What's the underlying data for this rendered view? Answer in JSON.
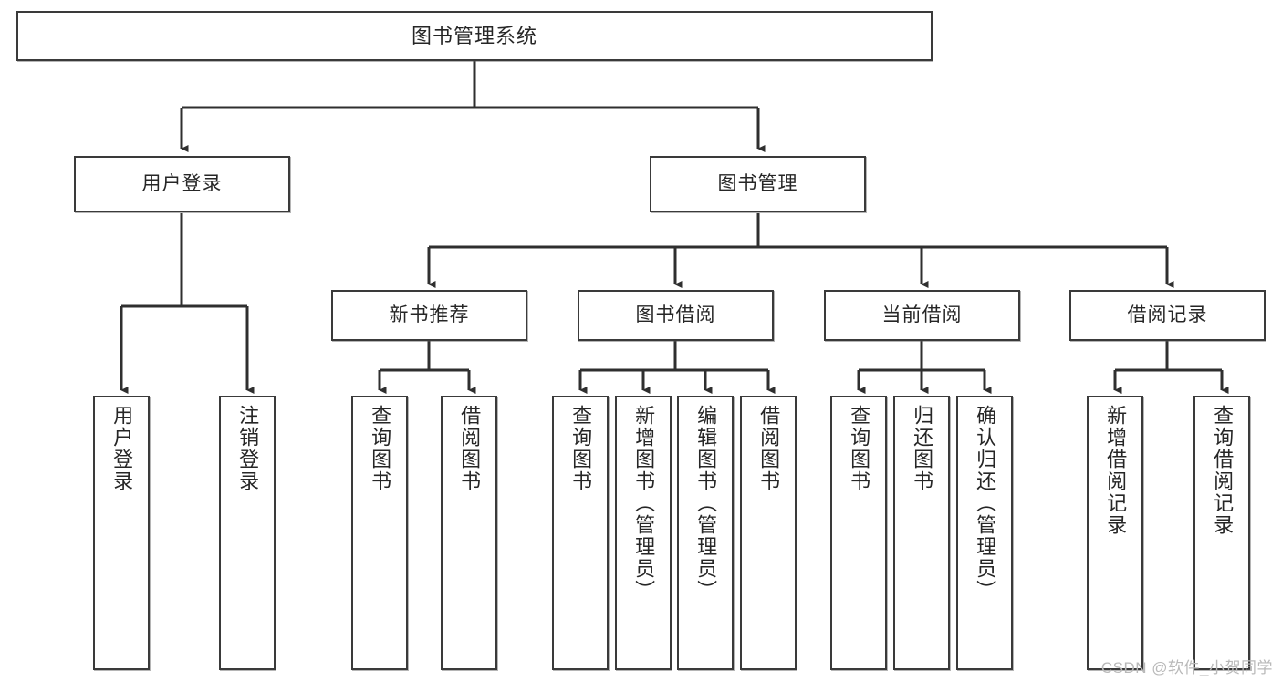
{
  "diagram": {
    "title": "图书管理系统",
    "watermark": "CSDN @软件_小贺同学",
    "colors": {
      "box_border": "#3a3a3a",
      "text": "#262626",
      "connector": "#2f2f2f",
      "background": "#ffffff",
      "watermark": "#b9b9b9"
    },
    "root": {
      "label": "图书管理系统"
    },
    "level2": [
      {
        "label": "用户登录"
      },
      {
        "label": "图书管理"
      }
    ],
    "level3": [
      {
        "label": "新书推荐"
      },
      {
        "label": "图书借阅"
      },
      {
        "label": "当前借阅"
      },
      {
        "label": "借阅记录"
      }
    ],
    "leaves": {
      "user_login": [
        {
          "label": "用户登录"
        },
        {
          "label": "注销登录"
        }
      ],
      "new_book_recommend": [
        {
          "label": "查询图书"
        },
        {
          "label": "借阅图书"
        }
      ],
      "book_borrow": [
        {
          "label": "查询图书"
        },
        {
          "label": "新增图书（管理员）"
        },
        {
          "label": "编辑图书（管理员）"
        },
        {
          "label": "借阅图书"
        }
      ],
      "current_borrow": [
        {
          "label": "查询图书"
        },
        {
          "label": "归还图书"
        },
        {
          "label": "确认归还（管理员）"
        }
      ],
      "borrow_record": [
        {
          "label": "新增借阅记录"
        },
        {
          "label": "查询借阅记录"
        }
      ]
    }
  }
}
